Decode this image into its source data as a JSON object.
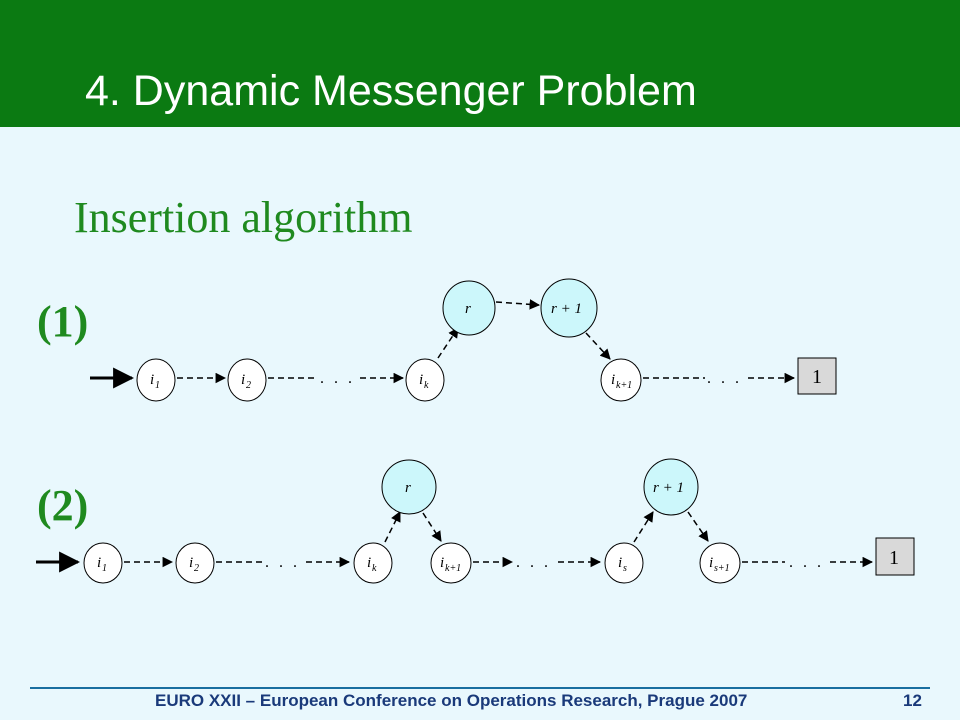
{
  "header": {
    "title": "4. Dynamic Messenger Problem"
  },
  "subtitle": "Insertion algorithm",
  "cases": [
    {
      "label": "(1)"
    },
    {
      "label": "(2)"
    }
  ],
  "nodes": {
    "i": "i",
    "r": "r",
    "r_plus_1": "r + 1",
    "sub_1": "1",
    "sub_2": "2",
    "sub_k": "k",
    "sub_k_plus_1": "k+1",
    "sub_s": "s",
    "sub_s_plus_1": "s+1",
    "terminal": "1"
  },
  "ellipsis": ". . .",
  "footer": {
    "text": "EURO XXII – European Conference on Operations Research, Prague 2007",
    "page": "12"
  },
  "colors": {
    "header_bg": "#0b7a12",
    "body_bg": "#e9f8fd",
    "accent_green": "#1f8a1f",
    "inserted_node_fill": "#ccf7fb",
    "terminal_fill": "#d9d9d9"
  }
}
